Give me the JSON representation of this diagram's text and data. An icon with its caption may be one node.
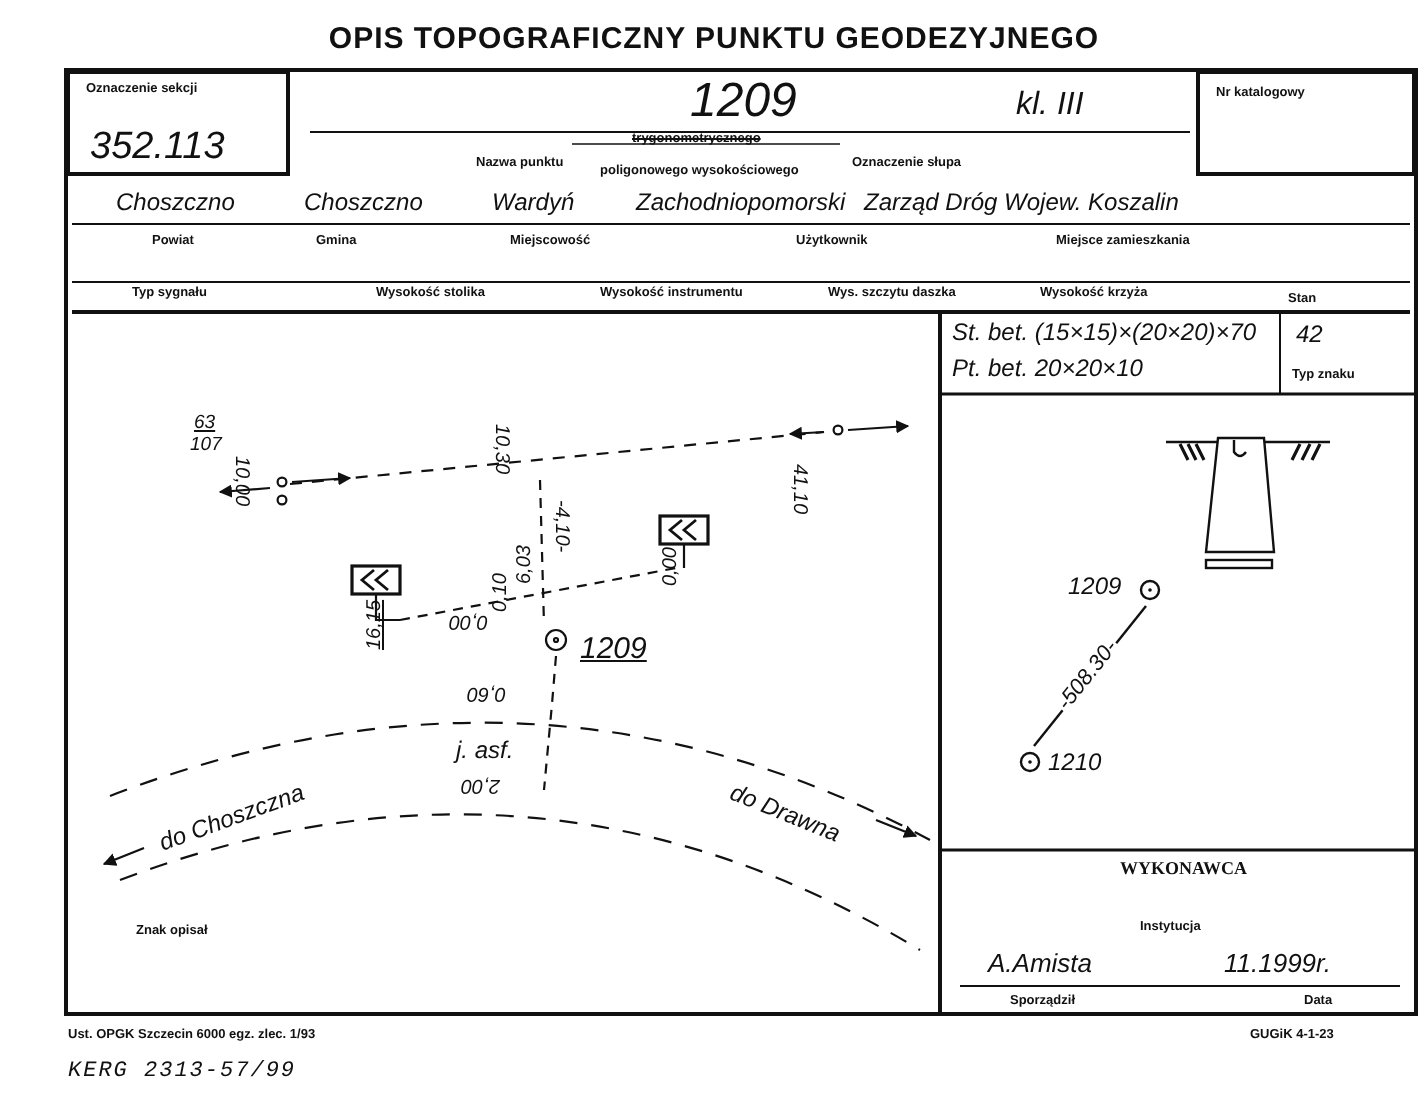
{
  "diagram": {
    "title": "OPIS TOPOGRAFICZNY PUNKTU GEODEZYJNEGO",
    "nodes": [
      {
        "text": [
          "Oznaczenie sekcji",
          "352.113"
        ]
      },
      {
        "text": [
          "Nr katalogowy"
        ]
      },
      {
        "text": [
          "42",
          "Typ znaku"
        ]
      },
      {
        "text": [
          "1209"
        ]
      },
      {
        "text": [
          "1210"
        ]
      }
    ],
    "edges": [
      {
        "from": 3,
        "to": 4,
        "arrow": "none",
        "label": "-508.30-"
      }
    ],
    "labels": [
      "1209",
      "kl. III",
      "Nazwa punktu",
      "trygonometrycznego",
      "poligonowego wysokościowego",
      "Oznaczenie słupa",
      "Choszczno",
      "Choszczno",
      "Wardyń",
      "Zachodniopomorski",
      "Zarząd Dróg Wojew. Koszalin",
      "Powiat",
      "Gmina",
      "Miejscowość",
      "Użytkownik",
      "Miejsce zamieszkania",
      "Typ sygnału",
      "Wysokość stolika",
      "Wysokość instrumentu",
      "Wys. szczytu daszka",
      "Wysokość krzyża",
      "Stan",
      "St. bet. (15×15)×(20×20)×70",
      "Pt. bet. 20×20×10",
      "63",
      "107",
      "10,00",
      "10,30",
      "41,10",
      "-4,10-",
      "6,03",
      "0,10",
      "0,00",
      "16,15",
      "0,00",
      "1209",
      "0,60",
      "j. asf.",
      "2,00",
      "do Choszczna",
      "do Drawna",
      "WYKONAWCA",
      "Instytucja",
      "A.Amista",
      "11.1999r.",
      "Sporządził",
      "Data",
      "Znak opisał",
      "Ust. OPGK Szczecin 6000 egz. zlec. 1/93",
      "GUGiK 4-1-23",
      "KERG 2313-57/99"
    ]
  }
}
